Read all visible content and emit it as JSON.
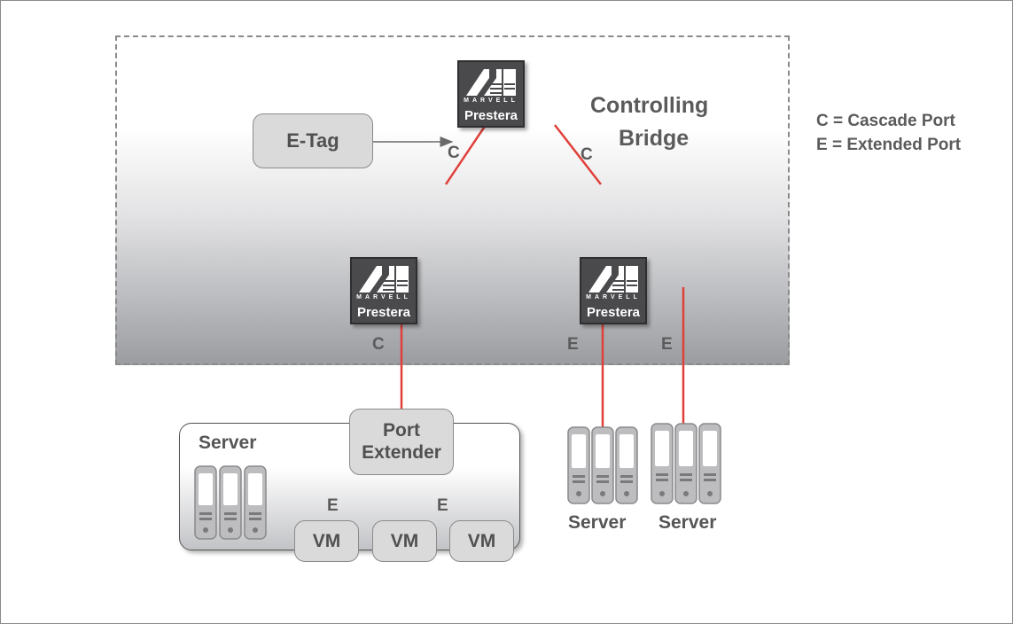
{
  "diagram": {
    "legend": {
      "cascade": "C = Cascade Port",
      "extended": "E = Extended Port"
    },
    "controlling_bridge_label": [
      "Controlling",
      "Bridge"
    ],
    "switches": {
      "brand": "MARVELL",
      "model": "Prestera"
    },
    "etag_label": "E-Tag",
    "port_labels": {
      "c_top_left": "C",
      "c_top_right": "C",
      "c_lower": "C",
      "e_right_1": "E",
      "e_right_2": "E",
      "e_vm_left": "E",
      "e_vm_right": "E"
    },
    "port_extender_label": [
      "Port",
      "Extender"
    ],
    "server_card_label": "Server",
    "vms": [
      "VM",
      "VM",
      "VM"
    ],
    "standalone_servers": [
      "Server",
      "Server"
    ],
    "colors": {
      "link": "#e0403a",
      "switch_body": "#4a4a4d",
      "label_gray": "#5b5b5b",
      "box_fill": "#dadada"
    }
  }
}
